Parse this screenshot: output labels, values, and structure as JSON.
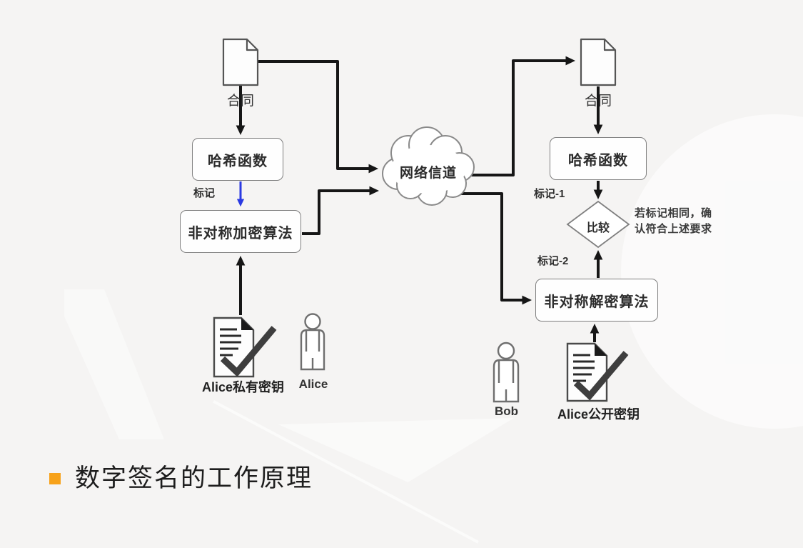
{
  "slide": {
    "caption": "数字签名的工作原理"
  },
  "diagram": {
    "sender": {
      "contract": "合同",
      "hash": "哈希函数",
      "digest": "标记",
      "encrypt": "非对称加密算法",
      "private_key": "Alice私有密钥",
      "person": "Alice"
    },
    "channel": "网络信道",
    "receiver": {
      "contract": "合同",
      "hash": "哈希函数",
      "digest1": "标记-1",
      "compare": "比较",
      "note_line1": "若标记相同，确",
      "note_line2": "认符合上述要求",
      "digest2": "标记-2",
      "decrypt": "非对称解密算法",
      "public_key": "Alice公开密钥",
      "person": "Bob"
    }
  },
  "icons": {
    "contract-doc-icon": "document with folded corner",
    "signed-key-doc-icon": "signed document with checkmark",
    "person-icon": "person outline",
    "network-cloud-icon": "cloud",
    "compare-diamond-icon": "decision diamond"
  },
  "colors": {
    "background": "#f5f4f3",
    "arrow": "#161616",
    "digest_arrow_blue": "#2a3ae2",
    "box_border": "#7f7f7f",
    "bullet_orange": "#f7a21a",
    "text_dark": "#1d1d1d"
  }
}
